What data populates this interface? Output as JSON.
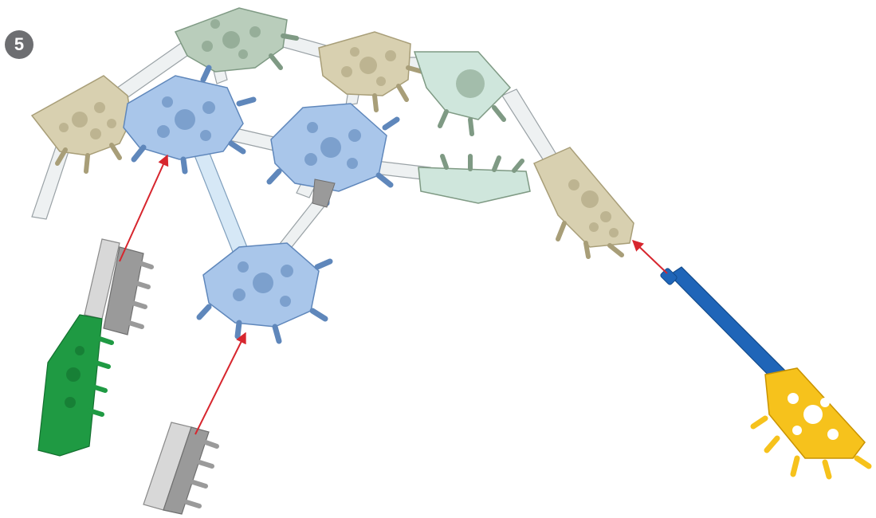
{
  "step": {
    "number": "5"
  },
  "colors": {
    "tan": "#d8d0b0",
    "tan_dark": "#a89e78",
    "sage": "#b9cdbb",
    "sage_dark": "#7f9a84",
    "mint": "#cfe6dc",
    "ice_blue": "#a9c6ea",
    "ice_blue_dark": "#5f87bb",
    "white_rod": "#eef1f2",
    "pale_blue_rod": "#d6e8f6",
    "gray": "#9a9a9a",
    "gray_light": "#d8d8d8",
    "green": "#1f9a43",
    "blue_rod": "#1f65b8",
    "yellow": "#f6c21c",
    "arrow": "#d7262e"
  },
  "parts": [
    {
      "name": "tan-connector-left",
      "color": "tan"
    },
    {
      "name": "sage-connector-top",
      "color": "sage"
    },
    {
      "name": "tan-connector-top-right",
      "color": "tan"
    },
    {
      "name": "sage-half-connector",
      "color": "sage"
    },
    {
      "name": "tan-connector-right",
      "color": "tan"
    },
    {
      "name": "blue-connector-upper-left",
      "color": "ice_blue"
    },
    {
      "name": "blue-connector-center",
      "color": "ice_blue"
    },
    {
      "name": "blue-connector-lower",
      "color": "ice_blue"
    },
    {
      "name": "gray-green-connector-part",
      "color": "gray"
    },
    {
      "name": "gray-connector-part",
      "color": "gray"
    },
    {
      "name": "blue-rod-part",
      "color": "blue_rod"
    },
    {
      "name": "yellow-connector-part",
      "color": "yellow"
    }
  ],
  "arrows": [
    {
      "name": "arrow-green-part"
    },
    {
      "name": "arrow-gray-part"
    },
    {
      "name": "arrow-blue-rod-part"
    }
  ]
}
